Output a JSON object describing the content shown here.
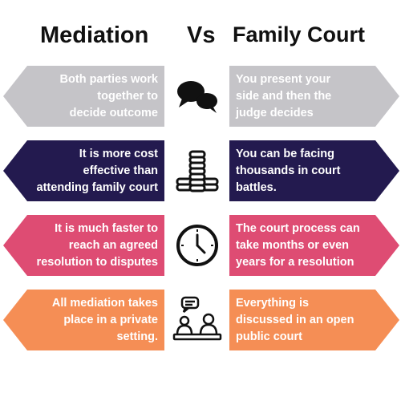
{
  "header": {
    "left_title": "Mediation",
    "vs": "Vs",
    "right_title": "Family Court"
  },
  "rows": [
    {
      "mediation": "Both parties work\ntogether to\ndecide outcome",
      "court": "You present your\nside and then the\njudge decides",
      "color": "#c5c4c8",
      "icon": "speech-bubbles-icon"
    },
    {
      "mediation": "It is more cost\neffective than\nattending family court",
      "court": "You can be facing\nthousands in court\nbattles.",
      "color": "#231a4f",
      "icon": "coin-stacks-icon"
    },
    {
      "mediation": "It is much faster to\nreach an agreed\nresolution to disputes",
      "court": "The court process can\ntake months or even\nyears for a resolution",
      "color": "#de4c73",
      "icon": "clock-icon"
    },
    {
      "mediation": "All mediation takes\nplace in a private\nsetting.",
      "court": "Everything is\ndiscussed in an open\npublic court",
      "color": "#f58e55",
      "icon": "meeting-icon"
    }
  ]
}
